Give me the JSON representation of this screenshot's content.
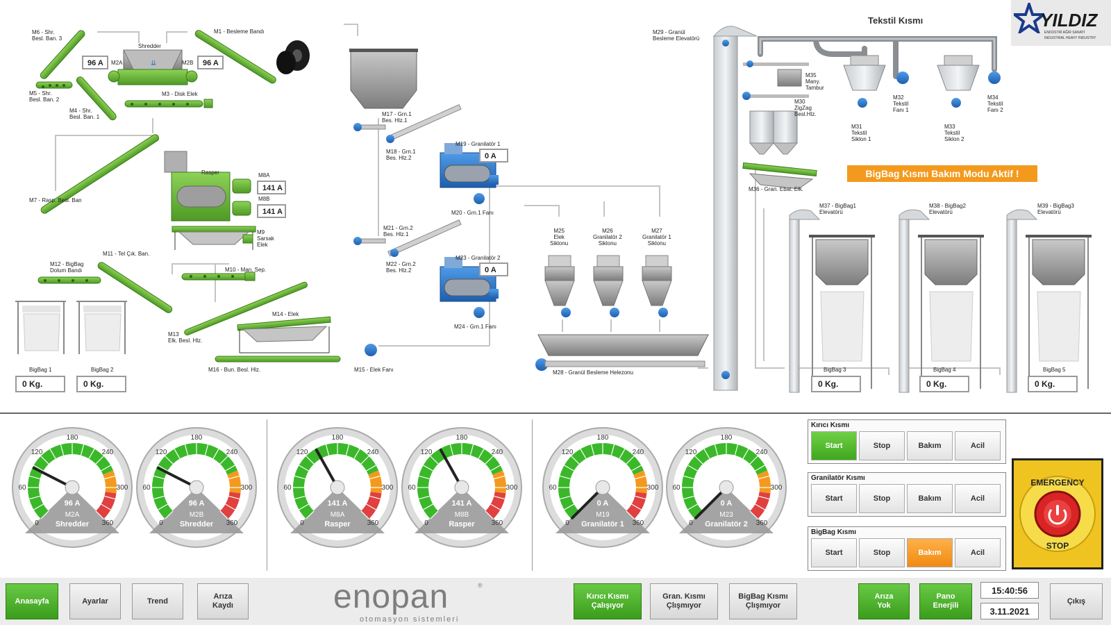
{
  "colors": {
    "machine_green": "#6fb53a",
    "pipe_blue": "#2a78c8",
    "gauge_green": "#3bb82a",
    "gauge_orange": "#f39a1e",
    "gauge_red": "#e04040",
    "active_green": "#4cb82a",
    "active_orange": "#f39a1e",
    "estop_yellow": "#f0c420"
  },
  "brand": {
    "name": "YILDIZ",
    "sub1": "ENDÜSTRİ AĞIR SANAYİ",
    "sub2": "INDUSTRIAL HEAVY INDUSTRY",
    "footer_logo": "enopan",
    "footer_sub": "otomasyon sistemleri",
    "footer_reg": "®",
    "icon": "star-icon"
  },
  "sections": {
    "tekstil": "Tekstil Kısmı",
    "banner": "BigBag  Kısmı Bakım Modu Aktif !"
  },
  "labels": {
    "m6": "M6 - Shr.\nBesl. Ban. 3",
    "m1": "M1 - Besleme Bandı",
    "shredder": "Shredder",
    "m2a": "M2A",
    "m2b": "M2B",
    "m5": "M5 - Shr.\nBesl. Ban. 2",
    "m3": "M3 - Disk Elek",
    "m4": "M4 - Shr.\nBesl. Ban. 1",
    "m7": "M7 - Rasp. Besl. Ban",
    "rasper": "Rasper",
    "m8a": "M8A",
    "m8b": "M8B",
    "m9": "M9\nSarsak\nElek",
    "m11": "M11 - Tel Çık. Ban.",
    "m12": "M12 - BigBag\nDolum Bandı",
    "m10": "M10 - Man. Sep.",
    "m14": "M14 - Elek",
    "m13": "M13\nElk. Besl. Hlz.",
    "m16": "M16 - Bun. Besl. Hlz.",
    "m17": "M17 - Grn.1\nBes. Hlz.1",
    "m18": "M18 - Grn.1\nBes. Hlz.2",
    "m19": "M19 - Granilatör 1",
    "m20": "M20 - Grn.1 Fanı",
    "m21": "M21 - Grn.2\nBes. Hlz.1",
    "m22": "M22 - Grn.2\nBes. Hlz.2",
    "m23": "M23 - Granilatör 2",
    "m24": "M24 - Grn.1 Fanı",
    "m15": "M15 - Elek Fanı",
    "m25": "M25\nElek\nSiklonu",
    "m26": "M26\nGranilatör 2\nSiklonu",
    "m27": "M27\nGranilatör 1\nSiklonu",
    "m28": "M28 - Granül Besleme Helezonu",
    "m29": "M29 - Granül\nBesleme Elevatörü",
    "m35": "M35\nMany.\nTambur",
    "m30": "M30\nZigZag\nBesl.Hlz.",
    "m36": "M36 - Gran. Ebat. Elk.",
    "m31": "M31\nTekstil\nSiklon 1",
    "m32": "M32\nTekstil\nFanı 1",
    "m33": "M33\nTekstil\nSiklon 2",
    "m34": "M34\nTekstil\nFanı 2",
    "m37": "M37 - BigBag1\nElevatörü",
    "m38": "M38 - BigBag2\nElevatörü",
    "m39": "M39 - BigBag3\nElevatörü"
  },
  "readouts": {
    "m2a": "96 A",
    "m2b": "96 A",
    "m8a": "141 A",
    "m8b": "141 A",
    "m19": "0 A",
    "m23": "0 A"
  },
  "bigbags": [
    {
      "name": "BigBag 1",
      "value": "0 Kg."
    },
    {
      "name": "BigBag 2",
      "value": "0 Kg."
    },
    {
      "name": "BigBag 3",
      "value": "0 Kg."
    },
    {
      "name": "BigBag 4",
      "value": "0 Kg."
    },
    {
      "name": "BigBag 5",
      "value": "0 Kg."
    }
  ],
  "gauge_scale": {
    "ticks": [
      "0",
      "60",
      "120",
      "180",
      "240",
      "300",
      "360"
    ],
    "max": 360
  },
  "gauges": [
    {
      "value": 96,
      "display": "96 A",
      "id": "M2A",
      "name": "Shredder"
    },
    {
      "value": 96,
      "display": "96 A",
      "id": "M2B",
      "name": "Shredder"
    },
    {
      "value": 141,
      "display": "141 A",
      "id": "M8A",
      "name": "Rasper"
    },
    {
      "value": 141,
      "display": "141 A",
      "id": "M8B",
      "name": "Rasper"
    },
    {
      "value": 0,
      "display": "0 A",
      "id": "M19",
      "name": "Granilatör 1"
    },
    {
      "value": 0,
      "display": "0 A",
      "id": "M23",
      "name": "Granilatör 2"
    }
  ],
  "controls": [
    {
      "title": "Kırıcı Kısmı",
      "buttons": [
        "Start",
        "Stop",
        "Bakım",
        "Acil"
      ],
      "active": "Start"
    },
    {
      "title": "Granilatör Kısmı",
      "buttons": [
        "Start",
        "Stop",
        "Bakım",
        "Acil"
      ],
      "active": ""
    },
    {
      "title": "BigBag Kısmı",
      "buttons": [
        "Start",
        "Stop",
        "Bakım",
        "Acil"
      ],
      "active": "Bakım"
    }
  ],
  "estop": {
    "top": "EMERGENCY",
    "bottom": "STOP"
  },
  "footer": {
    "home": "Anasayfa",
    "settings": "Ayarlar",
    "trend": "Trend",
    "alarm_log": "Arıza\nKaydı",
    "kirici": "Kırıcı Kısmı\nÇalışıyor",
    "gran": "Gran. Kısmı\nÇlışmıyor",
    "bigbag": "BigBag Kısmı\nÇlışmıyor",
    "ariza": "Arıza\nYok",
    "pano": "Pano\nEnerjili",
    "time": "15:40:56",
    "date": "3.11.2021",
    "exit": "Çıkış"
  }
}
